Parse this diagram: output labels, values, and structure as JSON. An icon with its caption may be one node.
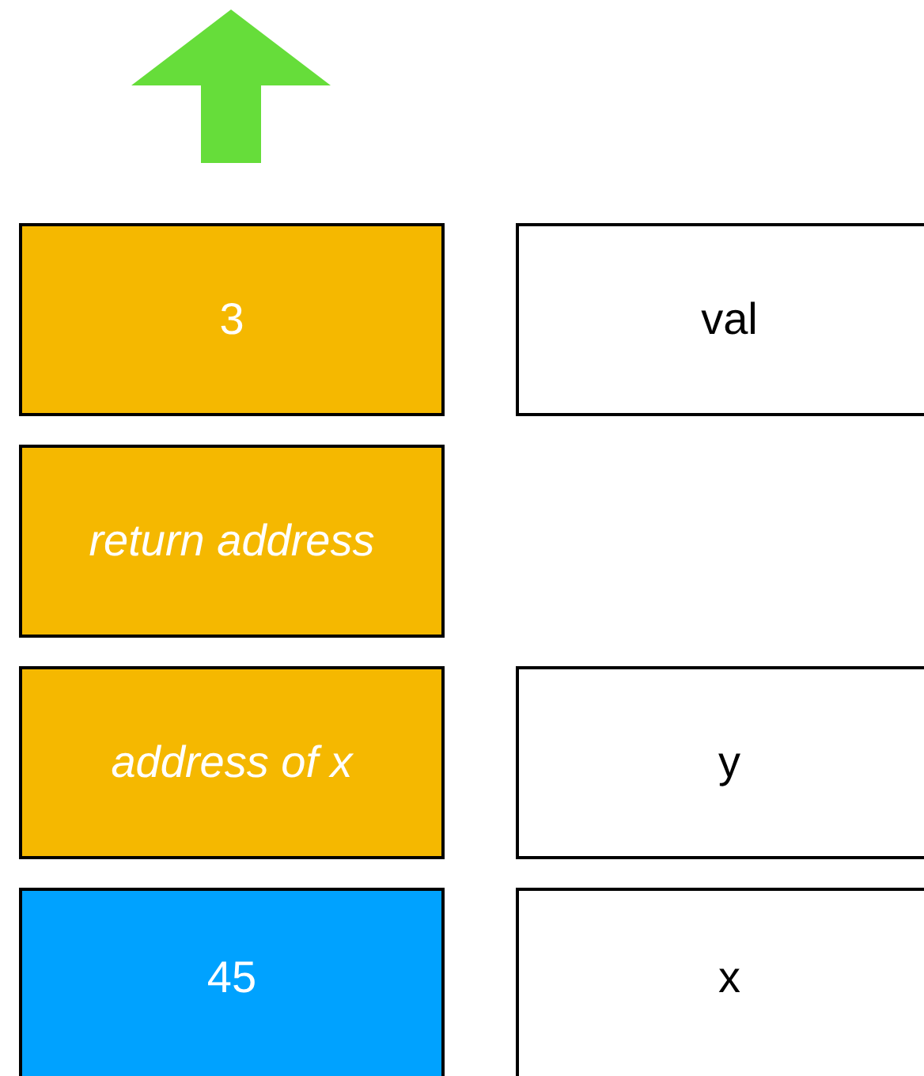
{
  "diagram": {
    "nodes": [
      {
        "text": [
          "3"
        ]
      },
      {
        "text": [
          "val"
        ]
      },
      {
        "text": [
          "return address"
        ]
      },
      {
        "text": [
          "address of x"
        ]
      },
      {
        "text": [
          "y"
        ]
      },
      {
        "text": [
          "45"
        ]
      },
      {
        "text": [
          "x"
        ]
      }
    ]
  }
}
